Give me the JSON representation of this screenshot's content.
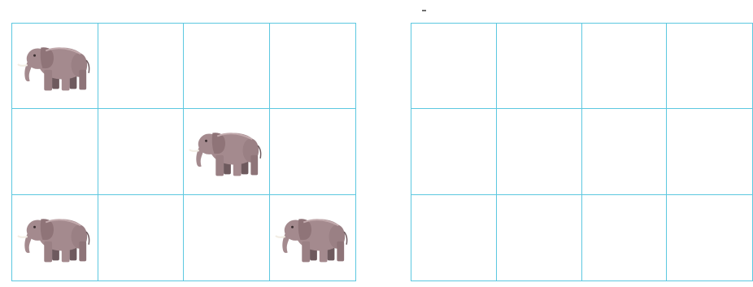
{
  "figure": {
    "grids": [
      {
        "id": "grid-left",
        "rows": 3,
        "cols": 4,
        "elephant_cells": [
          [
            0,
            0
          ],
          [
            1,
            2
          ],
          [
            2,
            0
          ],
          [
            2,
            3
          ]
        ]
      },
      {
        "id": "grid-right",
        "rows": 3,
        "cols": 4,
        "elephant_cells": []
      }
    ],
    "icons": {
      "elephant": "elephant-icon"
    },
    "colors": {
      "grid_line": "#5cc8e0",
      "elephant_body": "#a48a8e",
      "elephant_shadow": "#6e5a5e"
    }
  }
}
